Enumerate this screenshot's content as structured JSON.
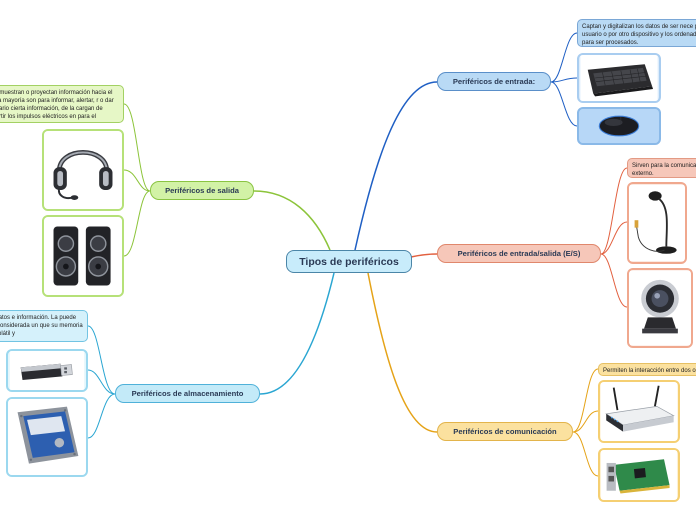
{
  "diagram": {
    "central": {
      "label": "Tipos de periféricos"
    },
    "branches": {
      "entrada": {
        "label": "Periféricos de entrada:",
        "description": "Captan y digitalizan los datos de ser nece por el usuario o por otro dispositivo y los ordenador para ser procesados.",
        "images": [
          "keyboard",
          "mouse"
        ]
      },
      "entrada_salida": {
        "label": "Periféricos de entrada/salida (E/S)",
        "description": "Sirven para la comunicac externo.",
        "images": [
          "microphone",
          "webcam"
        ]
      },
      "comunicacion": {
        "label": "Periféricos de comunicación",
        "description": "Permiten la interacción entre dos o",
        "images": [
          "router",
          "network-card"
        ]
      },
      "salida": {
        "label": "Periféricos de salida",
        "description": "s que muestran o proyectan información hacia el dor. La mayoría son para informar, alertar, r o dar al usuario cierta información, de la cargan de convertir los impulsos eléctricos en para el usuario.",
        "images": [
          "headphones",
          "speakers"
        ]
      },
      "almacenamiento": {
        "label": "Periféricos de almacenamiento",
        "description": "an datos e información. La puede ser considerada un que su memoria es volátil y",
        "images": [
          "usb-drive",
          "hard-drive"
        ]
      }
    },
    "colors": {
      "entrada": "#1f5fc4",
      "entrada_salida": "#e2603f",
      "comunicacion": "#e5a318",
      "salida": "#8cc43a",
      "almacenamiento": "#2aa6d2"
    }
  }
}
